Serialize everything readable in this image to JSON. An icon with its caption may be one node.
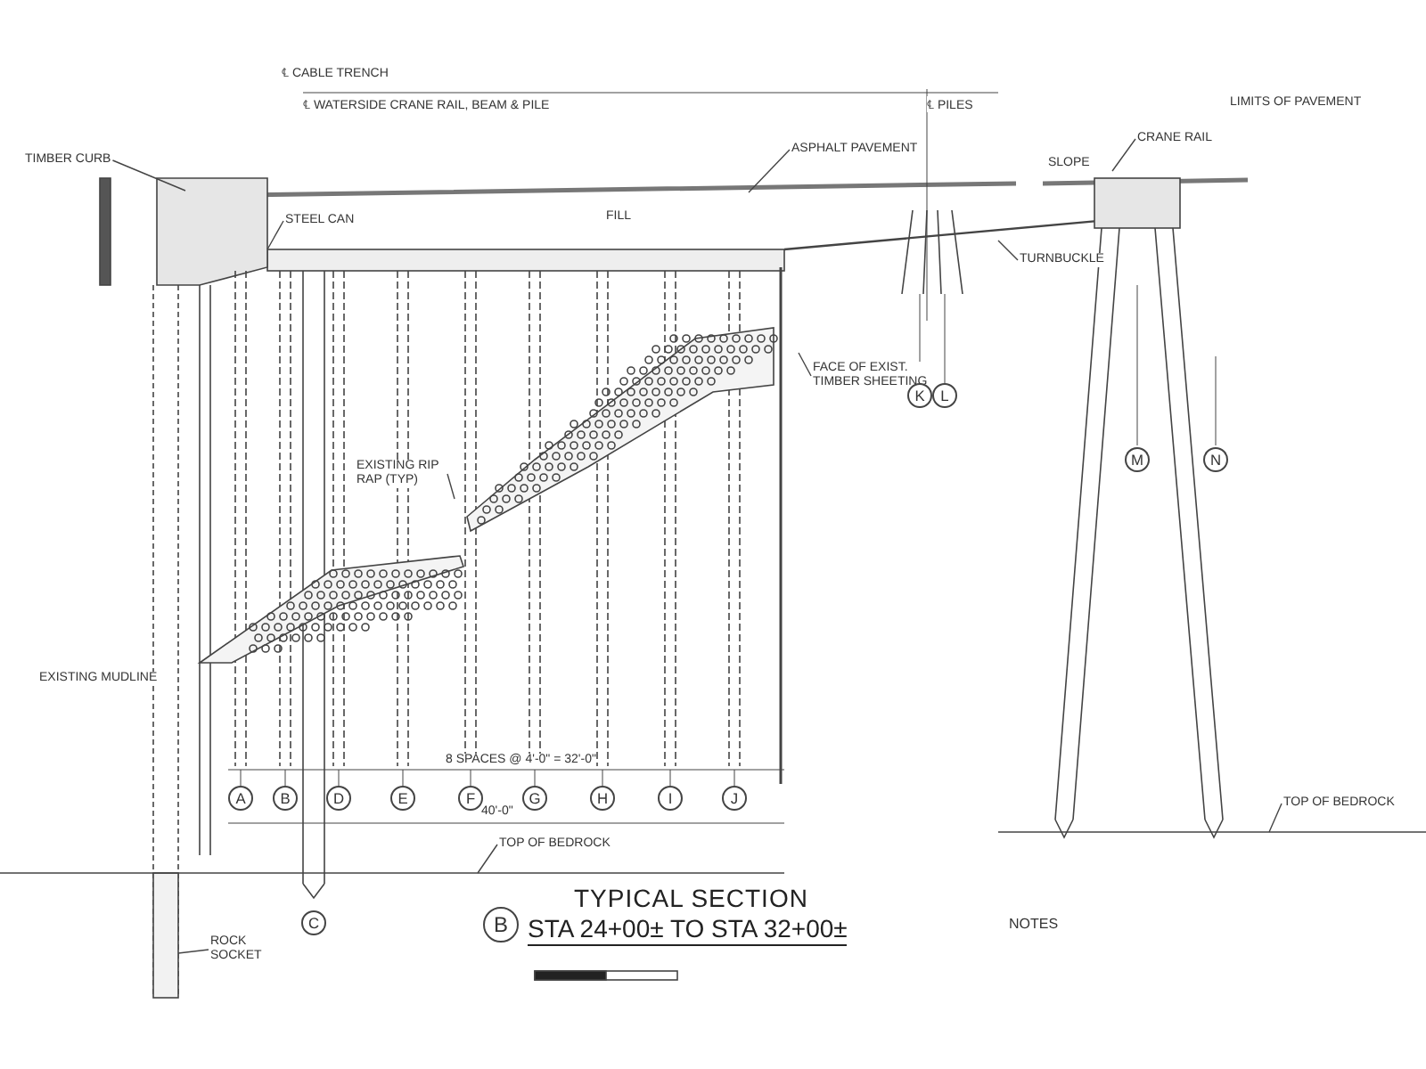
{
  "diagram": {
    "title": "TYPICAL SECTION",
    "caption": "STA 24+00± TO STA 32+00±",
    "nodes": [
      {
        "text": [
          "TIMBER CURB"
        ]
      },
      {
        "text": [
          "STEEL CAN"
        ]
      },
      {
        "text": [
          "ASPHALT PAVEMENT"
        ]
      },
      {
        "text": [
          "TURNBUCKLE"
        ]
      },
      {
        "text": [
          "FACE OF EXIST. TIMBER SHEETING"
        ]
      },
      {
        "text": [
          "EXISTING RIP RAP (TYP)"
        ]
      },
      {
        "text": [
          "TOP OF BEDROCK"
        ]
      },
      {
        "text": [
          "TOP OF BEDROCK"
        ]
      },
      {
        "text": [
          "ROCK SOCKET"
        ]
      },
      {
        "text": [
          "CRANE RAIL"
        ]
      },
      {
        "text": [
          "A"
        ]
      },
      {
        "text": [
          "B"
        ]
      },
      {
        "text": [
          "D"
        ]
      },
      {
        "text": [
          "E"
        ]
      },
      {
        "text": [
          "F"
        ]
      },
      {
        "text": [
          "G"
        ]
      },
      {
        "text": [
          "H"
        ]
      },
      {
        "text": [
          "I"
        ]
      },
      {
        "text": [
          "J"
        ]
      },
      {
        "text": [
          "C"
        ]
      },
      {
        "text": [
          "K"
        ]
      },
      {
        "text": [
          "L"
        ]
      },
      {
        "text": [
          "M"
        ]
      },
      {
        "text": [
          "N"
        ]
      },
      {
        "text": [
          "B"
        ]
      }
    ],
    "edges": [
      {
        "from": 0,
        "to": null,
        "arrow": "none"
      },
      {
        "from": 1,
        "to": null,
        "arrow": "none"
      },
      {
        "from": 2,
        "to": null,
        "arrow": "none"
      },
      {
        "from": 3,
        "to": null,
        "arrow": "none"
      },
      {
        "from": 4,
        "to": null,
        "arrow": "none"
      },
      {
        "from": 5,
        "to": null,
        "arrow": "none"
      },
      {
        "from": 6,
        "to": null,
        "arrow": "none"
      },
      {
        "from": 7,
        "to": null,
        "arrow": "none"
      },
      {
        "from": 8,
        "to": null,
        "arrow": "none"
      },
      {
        "from": 9,
        "to": null,
        "arrow": "none"
      }
    ],
    "labels": [
      "℄ CABLE TRENCH",
      "℄ WATERSIDE CRANE RAIL, BEAM & PILE",
      "℄ PILES",
      "SLOPE",
      "LIMITS OF PAVEMENT",
      "FILL",
      "EXISTING MUDLINE",
      "8 SPACES @ 4'-0\" = 32'-0\"",
      "40'-0\"",
      "NOTES"
    ]
  }
}
